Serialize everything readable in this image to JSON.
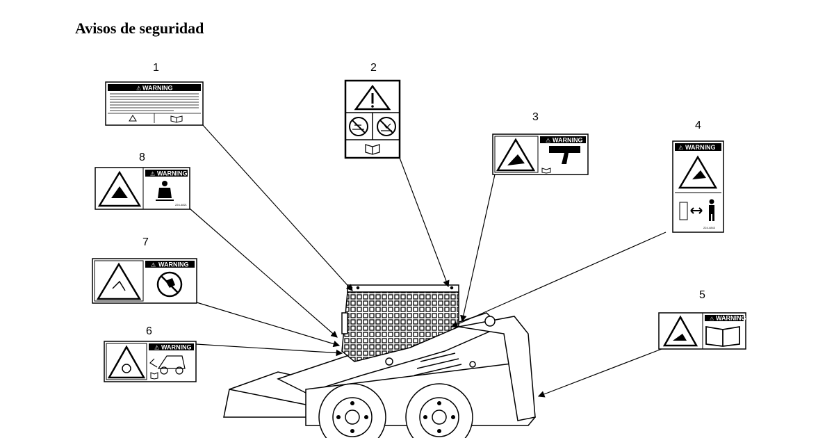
{
  "document": {
    "title": "Avisos de seguridad"
  },
  "labels": [
    {
      "number": "1",
      "header": "WARNING"
    },
    {
      "number": "2"
    },
    {
      "number": "3",
      "header": "WARNING"
    },
    {
      "number": "4",
      "header": "WARNING",
      "code": "224-4843"
    },
    {
      "number": "5",
      "header": "WARNING"
    },
    {
      "number": "6",
      "header": "WARNING"
    },
    {
      "number": "7",
      "header": "WARNING"
    },
    {
      "number": "8",
      "header": "WARNING",
      "code": "224-4821"
    }
  ]
}
